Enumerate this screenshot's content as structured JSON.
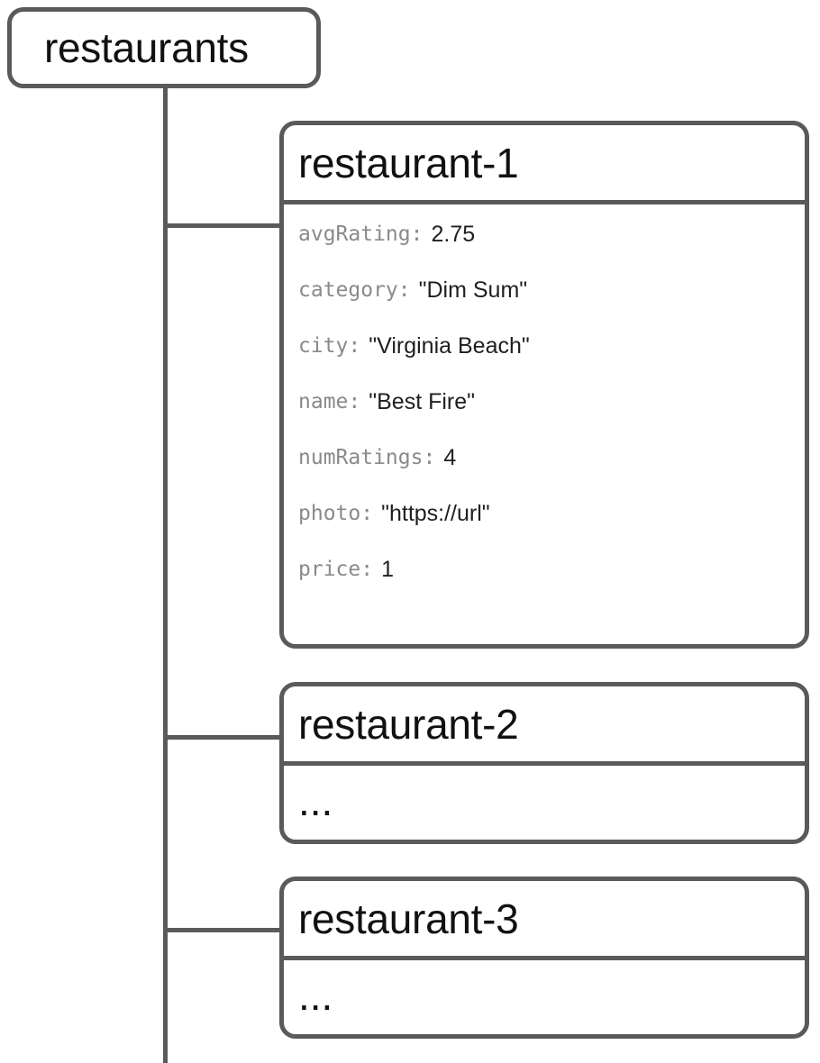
{
  "diagram": {
    "type": "tree",
    "colors": {
      "line": "#5a5a5a",
      "box_border": "#5a5a5a",
      "background": "#ffffff",
      "key_text": "#8a8a8a",
      "value_text": "#1f1f1f",
      "title_text": "#111111"
    },
    "root": {
      "label": "restaurants"
    },
    "children": [
      {
        "title": "restaurant-1",
        "fields": [
          {
            "key": "avgRating:",
            "value": "2.75"
          },
          {
            "key": "category:",
            "value": "\"Dim Sum\""
          },
          {
            "key": "city:",
            "value": "\"Virginia Beach\""
          },
          {
            "key": "name:",
            "value": "\"Best Fire\""
          },
          {
            "key": "numRatings:",
            "value": "4"
          },
          {
            "key": "photo:",
            "value": "\"https://url\""
          },
          {
            "key": "price:",
            "value": "1"
          }
        ],
        "ellipsis": null
      },
      {
        "title": "restaurant-2",
        "fields": [],
        "ellipsis": "..."
      },
      {
        "title": "restaurant-3",
        "fields": [],
        "ellipsis": "..."
      }
    ]
  }
}
